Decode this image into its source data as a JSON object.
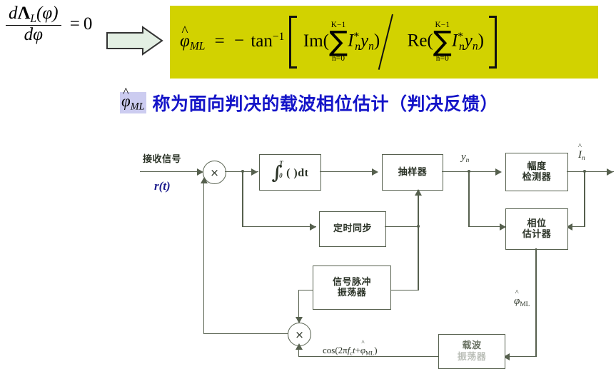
{
  "slide": {
    "equation_left": {
      "numerator": "dΛ_L(φ)",
      "denominator": "dφ",
      "rhs": "= 0",
      "num_d": "d",
      "num_lambda": "Λ",
      "num_lambda_sub": "L",
      "num_arg": "(φ)",
      "den_d": "d",
      "den_phi": "φ",
      "equals": "=",
      "zero": "0"
    },
    "arrow": {
      "name": "implies-arrow",
      "fill_color": "#e3efe3",
      "stroke_color": "#333333"
    },
    "formula_panel": {
      "background_color": "#d2d200",
      "phi_symbol": "φ",
      "phi_hat": "^",
      "phi_sub": "ML",
      "equals": "=",
      "minus": "−",
      "tan": "tan",
      "tan_exp": "−1",
      "im": "Im(",
      "re": "Re(",
      "sum_upper": "K−1",
      "sum_symbol": "∑",
      "sum_lower": "n=0",
      "term_I": "I",
      "term_I_sub": "n",
      "term_I_sup": "*",
      "term_y": "y",
      "term_y_sub": "n",
      "close_paren": ")"
    },
    "caption": {
      "symbol_phi": "φ",
      "symbol_hat": "^",
      "symbol_sub": "ML",
      "symbol_bg": "#ccccf0",
      "text": "称为面向判决的载波相位估计（判决反馈）",
      "text_color": "#1414c8"
    }
  },
  "diagram": {
    "line_color": "#56604e",
    "input_label": "接收信号",
    "input_signal": "r(t)",
    "multiplier_symbol": "×",
    "blocks": {
      "integrator_line1": "∫",
      "integrator_upper": "T",
      "integrator_lower": "0",
      "integrator_rest": "( )dt",
      "sampler": "抽样器",
      "amplitude_detector_line1": "幅度",
      "amplitude_detector_line2": "检测器",
      "timing_sync": "定时同步",
      "phase_estimator_line1": "相位",
      "phase_estimator_line2": "估计器",
      "pulse_oscillator_line1": "信号脉冲",
      "pulse_oscillator_line2": "振荡器",
      "carrier_oscillator_line1": "载波",
      "carrier_oscillator_line2": "振荡器"
    },
    "signals": {
      "y_n": "y",
      "y_n_sub": "n",
      "I_hat": "I",
      "I_hat_sub": "n",
      "I_hat_accent": "^",
      "phi_ml": "φ",
      "phi_ml_sub": "ML",
      "phi_ml_accent": "^",
      "carrier_expr_pre": "cos(2π",
      "carrier_expr_f": "f",
      "carrier_expr_fsub": "c",
      "carrier_expr_t": "t",
      "carrier_expr_plus": "+",
      "carrier_expr_phi": "φ",
      "carrier_expr_phisub": "ML",
      "carrier_expr_close": ")"
    }
  }
}
